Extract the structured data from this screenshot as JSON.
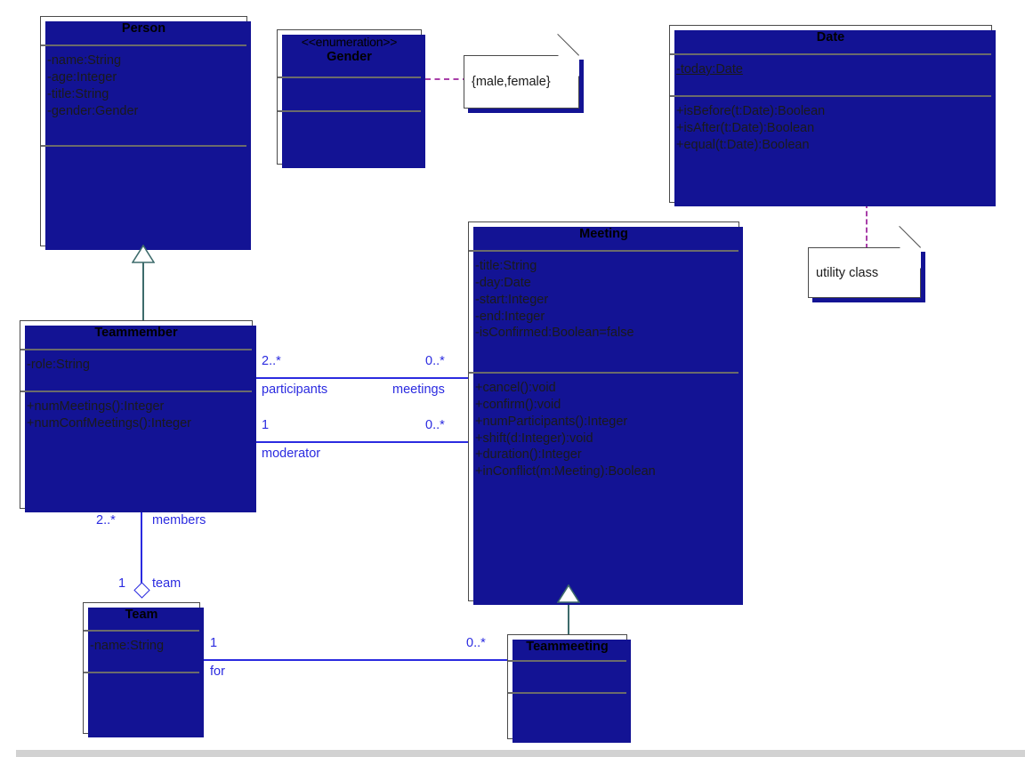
{
  "diagram": {
    "title": "UML Class Diagram - Meeting Scheduler",
    "classes": [
      {
        "id": "person",
        "name": "Person",
        "stereotype": "",
        "attributes": [
          "-name:String",
          "-age:Integer",
          "-title:String",
          "-gender:Gender"
        ],
        "operations": []
      },
      {
        "id": "gender",
        "name": "Gender",
        "stereotype": "<<enumeration>>",
        "attributes": [],
        "operations": []
      },
      {
        "id": "date",
        "name": "Date",
        "stereotype": "",
        "attributes": [
          "-today:Date"
        ],
        "operations": [
          "+isBefore(t:Date):Boolean",
          "+isAfter(t:Date):Boolean",
          "+equal(t:Date):Boolean"
        ]
      },
      {
        "id": "meeting",
        "name": "Meeting",
        "stereotype": "",
        "attributes": [
          "-title:String",
          "-day:Date",
          "-start:Integer",
          "-end:Integer",
          "-isConfirmed:Boolean=false"
        ],
        "operations": [
          "+cancel():void",
          "+confirm():void",
          "+numParticipants():Integer",
          "+shift(d:Integer):void",
          "+duration():Integer",
          "+inConflict(m:Meeting):Boolean"
        ]
      },
      {
        "id": "teammember",
        "name": "Teammember",
        "stereotype": "",
        "attributes": [
          "-role:String"
        ],
        "operations": [
          "+numMeetings():Integer",
          "+numConfMeetings():Integer"
        ]
      },
      {
        "id": "team",
        "name": "Team",
        "stereotype": "",
        "attributes": [
          "-name:String"
        ],
        "operations": []
      },
      {
        "id": "teammeeting",
        "name": "Teammeeting",
        "stereotype": "",
        "attributes": [],
        "operations": []
      }
    ],
    "notes": [
      {
        "id": "gender-values",
        "text": "{male,female}"
      },
      {
        "id": "date-utility",
        "text": "utility class"
      }
    ],
    "associations": [
      {
        "id": "participants-meetings",
        "source": "Teammember",
        "target": "Meeting",
        "source_multiplicity": "2..*",
        "source_role": "participants",
        "target_multiplicity": "0..*",
        "target_role": "meetings"
      },
      {
        "id": "moderator",
        "source": "Teammember",
        "target": "Meeting",
        "source_multiplicity": "1",
        "source_role": "moderator",
        "target_multiplicity": "0..*",
        "target_role": ""
      },
      {
        "id": "team-members",
        "source": "Teammember",
        "target": "Team",
        "source_multiplicity": "2..*",
        "source_role": "members",
        "target_multiplicity": "1",
        "target_role": "team",
        "kind": "aggregation"
      },
      {
        "id": "team-for-teammeeting",
        "source": "Team",
        "target": "Teammeeting",
        "source_multiplicity": "1",
        "source_role": "for",
        "target_multiplicity": "0..*",
        "target_role": ""
      }
    ],
    "generalizations": [
      {
        "id": "teammember-person",
        "child": "Teammember",
        "parent": "Person"
      },
      {
        "id": "teammeeting-meeting",
        "child": "Teammeeting",
        "parent": "Meeting"
      }
    ],
    "colors": {
      "class_border": "#4a4a4a",
      "class_shadow": "#131394",
      "association": "#2b2be0",
      "generalization": "#3d6b6b",
      "dependency": "#a83fa8",
      "background": "#ffffff",
      "footer": "#d2d2d2"
    }
  }
}
